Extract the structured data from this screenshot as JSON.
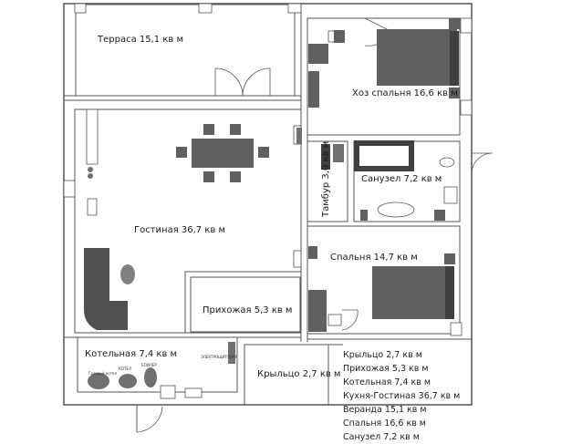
{
  "rooms": {
    "terrace": "Терраса 15,1 кв м",
    "master_bedroom": "Хоз спальня 16,6 кв м",
    "vestibule": "Тамбур 3,0 кв м",
    "bathroom": "Санузел 7,2 кв м",
    "living": "Гостиная 36,7 кв м",
    "bedroom": "Спальня 14,7 кв м",
    "hall": "Прихожая 5,3 кв м",
    "boiler": "Котельная 7,4 кв м",
    "porch": "Крыльцо 2,7 кв м"
  },
  "boiler_labels": {
    "panel": "ЭЛЕКТРОЩИТОВАЯ",
    "boiler_a": "КОТЕЛ",
    "boiler_b": "БОЙЛЕР",
    "gas": "Газовый котел"
  },
  "legend": [
    "Крыльцо 2,7 кв м",
    "Прихожая 5,3 кв м",
    "Котельная 7,4 кв м",
    "Кухня-Гостиная 36,7 кв м",
    "Веранда 15,1 кв м",
    "Спальня 16,6 кв м",
    "Санузел 7,2 кв м"
  ]
}
